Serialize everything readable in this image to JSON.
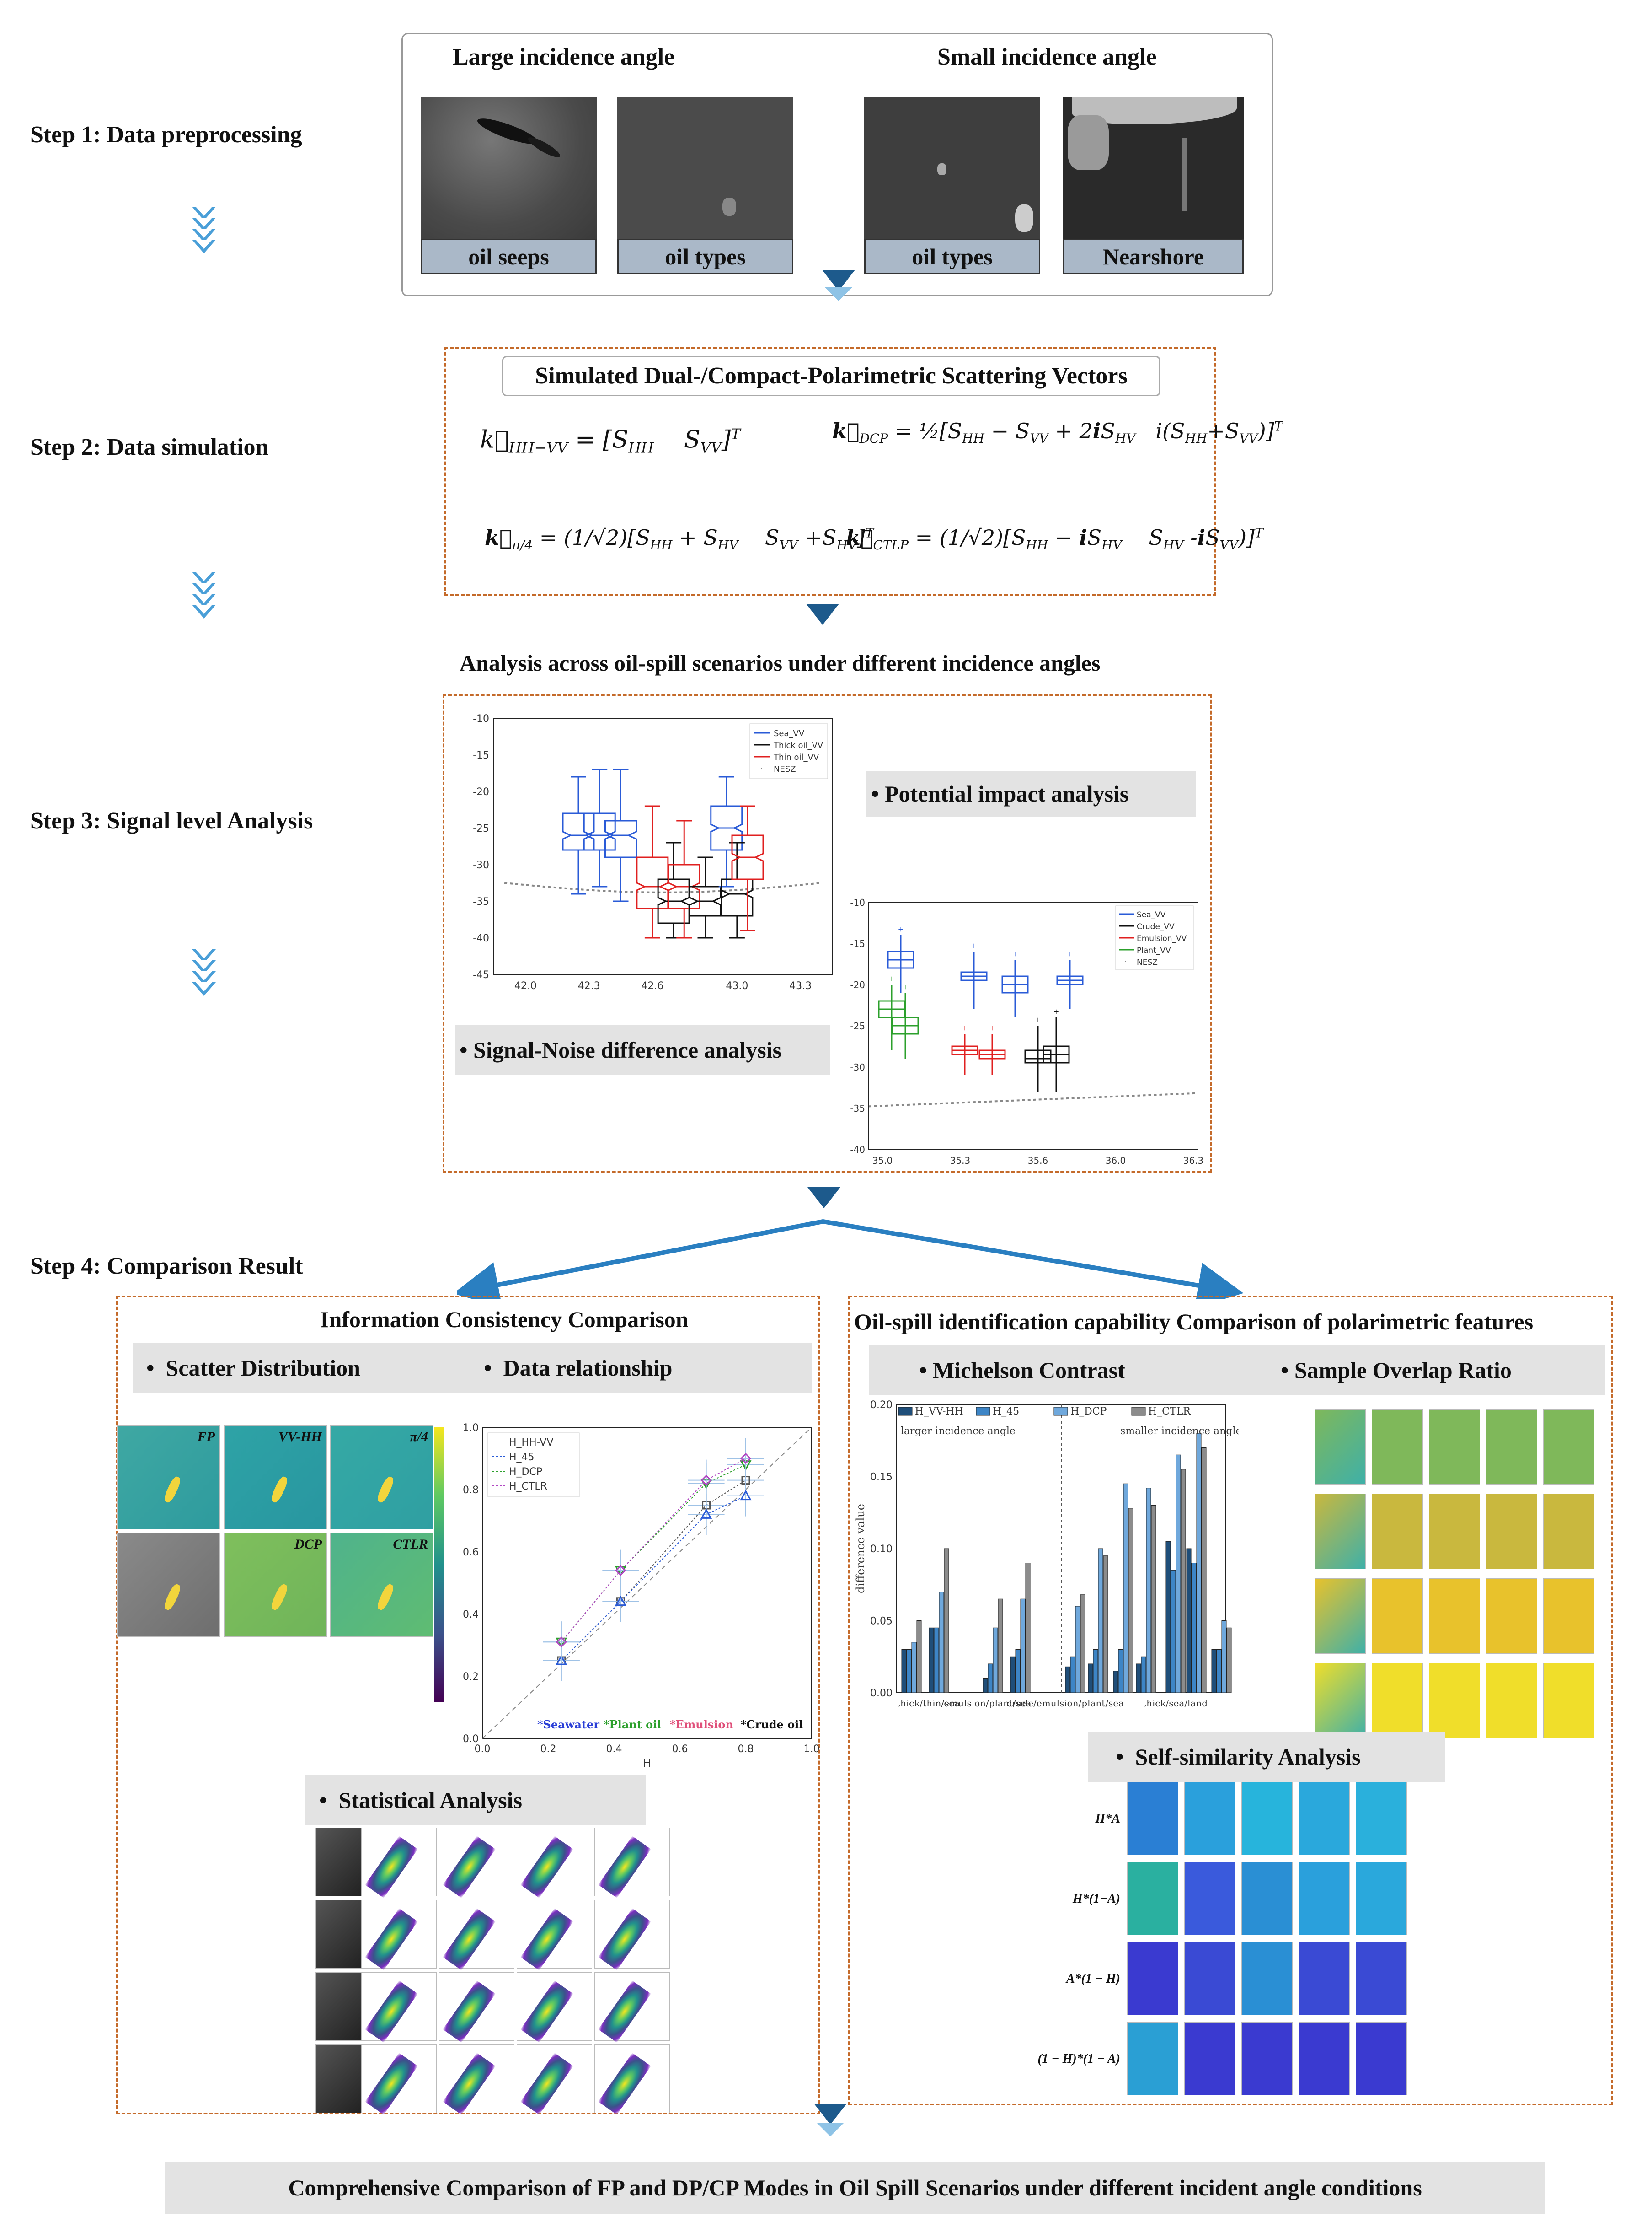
{
  "steps": {
    "s1": "Step 1: Data preprocessing",
    "s2": "Step 2: Data simulation",
    "s3": "Step 3: Signal level Analysis",
    "s4": "Step 4: Comparison Result"
  },
  "step1": {
    "large_title": "Large incidence angle",
    "small_title": "Small incidence angle",
    "captions": [
      "oil seeps",
      "oil types",
      "oil types",
      "Nearshore"
    ]
  },
  "step2": {
    "title": "Simulated Dual-/Compact-Polarimetric Scattering Vectors"
  },
  "analysis_title": "Analysis  across oil-spill scenarios under different incidence angles",
  "step3": {
    "potential": "Potential impact analysis",
    "signal_noise": "Signal-Noise difference analysis"
  },
  "chart_data": [
    {
      "type": "box",
      "legend": [
        "Sea_VV",
        "Thick oil_VV",
        "Thin oil_VV",
        "NESZ"
      ],
      "x_ticks": [
        "42.0",
        "42.3",
        "42.6",
        "43.0",
        "43.3"
      ],
      "y_ticks": [
        "-10",
        "-15",
        "-20",
        "-25",
        "-30",
        "-35",
        "-40",
        "-45"
      ],
      "ylim": [
        -45,
        -10
      ],
      "boxes": [
        {
          "series": "Sea_VV",
          "x": 42.25,
          "q1": -28,
          "median": -26,
          "q3": -23,
          "min": -34,
          "max": -18
        },
        {
          "series": "Sea_VV",
          "x": 42.35,
          "q1": -28,
          "median": -26,
          "q3": -23,
          "min": -33,
          "max": -17
        },
        {
          "series": "Sea_VV",
          "x": 42.45,
          "q1": -29,
          "median": -26,
          "q3": -24,
          "min": -35,
          "max": -17
        },
        {
          "series": "Thin oil_VV",
          "x": 42.6,
          "q1": -36,
          "median": -33,
          "q3": -29,
          "min": -40,
          "max": -22
        },
        {
          "series": "Thick oil_VV",
          "x": 42.7,
          "q1": -38,
          "median": -35,
          "q3": -32,
          "min": -40,
          "max": -27
        },
        {
          "series": "Thin oil_VV",
          "x": 42.75,
          "q1": -36,
          "median": -33,
          "q3": -30,
          "min": -40,
          "max": -24
        },
        {
          "series": "Thick oil_VV",
          "x": 42.85,
          "q1": -37,
          "median": -35,
          "q3": -33,
          "min": -40,
          "max": -29
        },
        {
          "series": "Sea_VV",
          "x": 42.95,
          "q1": -28,
          "median": -25,
          "q3": -22,
          "min": -33,
          "max": -18
        },
        {
          "series": "Thick oil_VV",
          "x": 43.0,
          "q1": -37,
          "median": -34,
          "q3": -32,
          "min": -40,
          "max": -27
        },
        {
          "series": "Thin oil_VV",
          "x": 43.05,
          "q1": -32,
          "median": -29,
          "q3": -26,
          "min": -39,
          "max": -22
        }
      ]
    },
    {
      "type": "box",
      "legend": [
        "Sea_VV",
        "Crude_VV",
        "Emulsion_VV",
        "Plant_VV",
        "NESZ"
      ],
      "x_ticks": [
        "35.0",
        "35.3",
        "35.6",
        "36.0",
        "36.3"
      ],
      "y_ticks": [
        "-10",
        "-15",
        "-20",
        "-25",
        "-30",
        "-35",
        "-40"
      ],
      "ylim": [
        -40,
        -10
      ]
    },
    {
      "type": "line",
      "x_label": "H",
      "x_ticks": [
        "0.0",
        "0.2",
        "0.4",
        "0.6",
        "0.8",
        "1.0"
      ],
      "y_ticks": [
        "0.0",
        "0.2",
        "0.4",
        "0.6",
        "0.8",
        "1.0"
      ],
      "series": [
        {
          "name": "H_HH-VV",
          "color": "#555555",
          "x": [
            0.24,
            0.42,
            0.68,
            0.8
          ],
          "y": [
            0.25,
            0.44,
            0.75,
            0.83
          ]
        },
        {
          "name": "H_45",
          "color": "#2a5bd7",
          "x": [
            0.24,
            0.42,
            0.68,
            0.8
          ],
          "y": [
            0.25,
            0.44,
            0.72,
            0.78
          ]
        },
        {
          "name": "H_DCP",
          "color": "#2ca02c",
          "x": [
            0.24,
            0.42,
            0.68,
            0.8
          ],
          "y": [
            0.31,
            0.54,
            0.82,
            0.88
          ]
        },
        {
          "name": "H_CTLR",
          "color": "#b146c2",
          "x": [
            0.24,
            0.42,
            0.68,
            0.8
          ],
          "y": [
            0.31,
            0.54,
            0.83,
            0.9
          ]
        }
      ],
      "annotations": [
        "*Seawater",
        "*Plant oil",
        "*Emulsion",
        "*Crude oil"
      ]
    },
    {
      "type": "bar",
      "legend": [
        "H_VV-HH",
        "H_45",
        "H_DCP",
        "H_CTLR"
      ],
      "y_label": "difference value",
      "y_ticks": [
        "0.00",
        "0.05",
        "0.10",
        "0.15",
        "0.20"
      ],
      "group_labels": [
        "larger incidence angle",
        "smaller incidence angle"
      ],
      "categories": [
        "thick/thin/sea",
        "emulsion/plant/sea",
        "crude/emulsion/plant/sea",
        "thick/sea/land"
      ],
      "values": [
        [
          0.03,
          0.03,
          0.035,
          0.05
        ],
        [
          0.045,
          0.045,
          0.07,
          0.1
        ],
        [
          0.01,
          0.02,
          0.045,
          0.065
        ],
        [
          0.025,
          0.03,
          0.065,
          0.09
        ],
        [
          0.018,
          0.025,
          0.06,
          0.068
        ],
        [
          0.02,
          0.03,
          0.1,
          0.095
        ],
        [
          0.015,
          0.03,
          0.145,
          0.128
        ],
        [
          0.02,
          0.025,
          0.142,
          0.13
        ],
        [
          0.105,
          0.085,
          0.165,
          0.155
        ],
        [
          0.1,
          0.09,
          0.18,
          0.17
        ],
        [
          0.03,
          0.03,
          0.05,
          0.045
        ]
      ]
    }
  ],
  "step4": {
    "left_title": "Information Consistency Comparison",
    "scatter": "Scatter Distribution",
    "data_rel": "Data  relationship",
    "statistical": "Statistical Analysis",
    "right_title": "Oil-spill identification capability Comparison of polarimetric features",
    "michelson": "Michelson Contrast",
    "overlap": "Sample Overlap Ratio",
    "selfsim": "Self-similarity Analysis",
    "map_labels": [
      "FP",
      "VV-HH",
      "π/4",
      "DCP",
      "CTLR"
    ],
    "selfsim_rows": [
      "H*A",
      "H*(1−A)",
      "A*(1 − H)",
      "(1 − H)*(1 − A)"
    ]
  },
  "final": "Comprehensive Comparison of  FP and DP/CP Modes in Oil Spill Scenarios under different incident angle conditions"
}
